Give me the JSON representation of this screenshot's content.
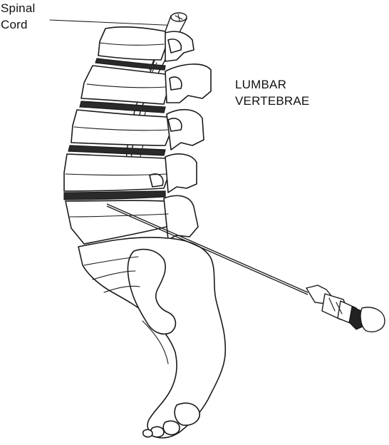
{
  "labels": {
    "spinal_cord": [
      "Spinal",
      "Cord"
    ],
    "lumbar_vertebrae": [
      "LUMBAR",
      "VERTEBRAE"
    ]
  },
  "colors": {
    "line": "#1a1a1a",
    "background": "#ffffff"
  }
}
